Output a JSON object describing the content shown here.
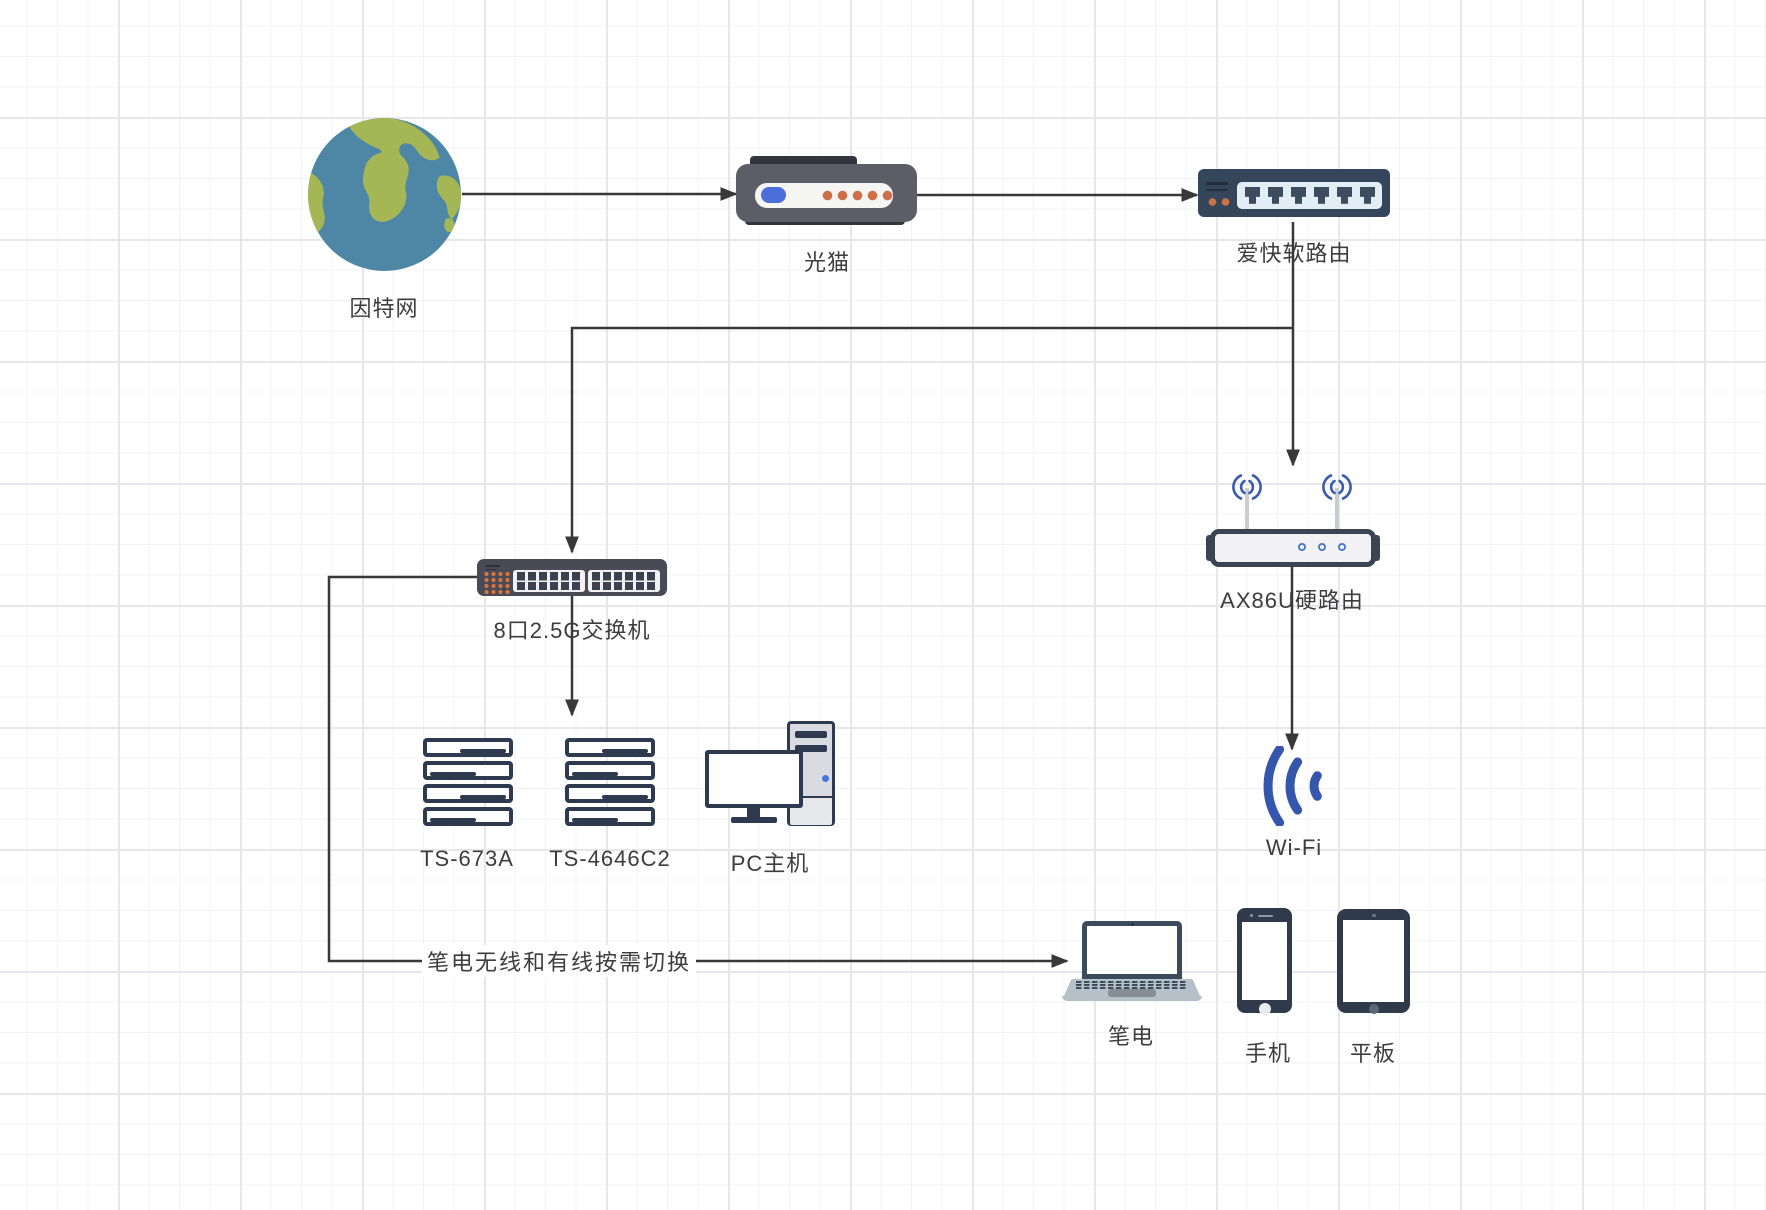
{
  "diagram": {
    "nodes": {
      "internet": {
        "label": "因特网",
        "icon": "globe-icon"
      },
      "modem": {
        "label": "光猫",
        "icon": "modem-icon"
      },
      "soft_router": {
        "label": "爱快软路由",
        "icon": "router-ports-icon"
      },
      "switch": {
        "label": "8口2.5G交换机",
        "icon": "switch-icon"
      },
      "nas_a": {
        "label": "TS-673A",
        "icon": "server-stack-icon"
      },
      "nas_b": {
        "label": "TS-4646C2",
        "icon": "server-stack-icon"
      },
      "pc": {
        "label": "PC主机",
        "icon": "desktop-pc-icon"
      },
      "hard_router": {
        "label": "AX86U硬路由",
        "icon": "wireless-router-icon"
      },
      "wifi": {
        "label": "Wi-Fi",
        "icon": "wifi-signal-icon"
      },
      "laptop": {
        "label": "笔电",
        "icon": "laptop-icon"
      },
      "phone": {
        "label": "手机",
        "icon": "smartphone-icon"
      },
      "tablet": {
        "label": "平板",
        "icon": "tablet-icon"
      }
    },
    "edges": {
      "laptop_link_label": "笔电无线和有线按需切换"
    },
    "colors": {
      "line": "#383838",
      "text": "#3d3d3d",
      "device_navy": "#35455a",
      "device_gray": "#5d5d68",
      "switch_body": "#4a4a57",
      "accent_blue": "#4a6fd8",
      "led_orange": "#cd6f48",
      "wifi_blue": "#3457ad",
      "globe_ocean": "#4e86a5",
      "globe_land": "#a5b655"
    }
  }
}
